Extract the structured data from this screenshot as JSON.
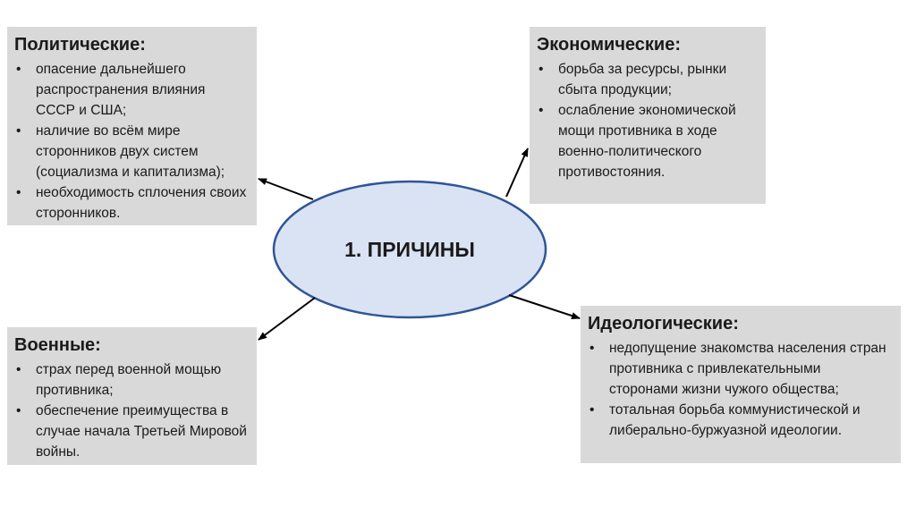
{
  "center": {
    "title": "1. ПРИЧИНЫ"
  },
  "political": {
    "title": "Политические:",
    "items": [
      "опасение дальнейшего распространения влияния СССР и США;",
      "наличие во всём мире сторонников двух систем (социализма и капитализма);",
      "необходимость сплочения своих сторонников."
    ]
  },
  "economic": {
    "title": "Экономические:",
    "items": [
      "борьба за ресурсы, рынки сбыта продукции;",
      "ослабление экономической мощи противника в ходе военно-политического противостояния."
    ]
  },
  "military": {
    "title": "Военные:",
    "items": [
      "страх перед военной мощью противника;",
      "обеспечение преимущества в случае начала Третьей Мировой войны."
    ]
  },
  "ideological": {
    "title": "Идеологические:",
    "items": [
      "недопущение знакомства населения стран противника с привлекательными сторонами жизни чужого общества;",
      "тотальная борьба коммунистической и либерально-буржуазной идеологии."
    ]
  },
  "colors": {
    "box_fill": "#d9d9d9",
    "ellipse_fill": "#dae3f3",
    "ellipse_stroke": "#2f5597",
    "arrow": "#000000"
  }
}
